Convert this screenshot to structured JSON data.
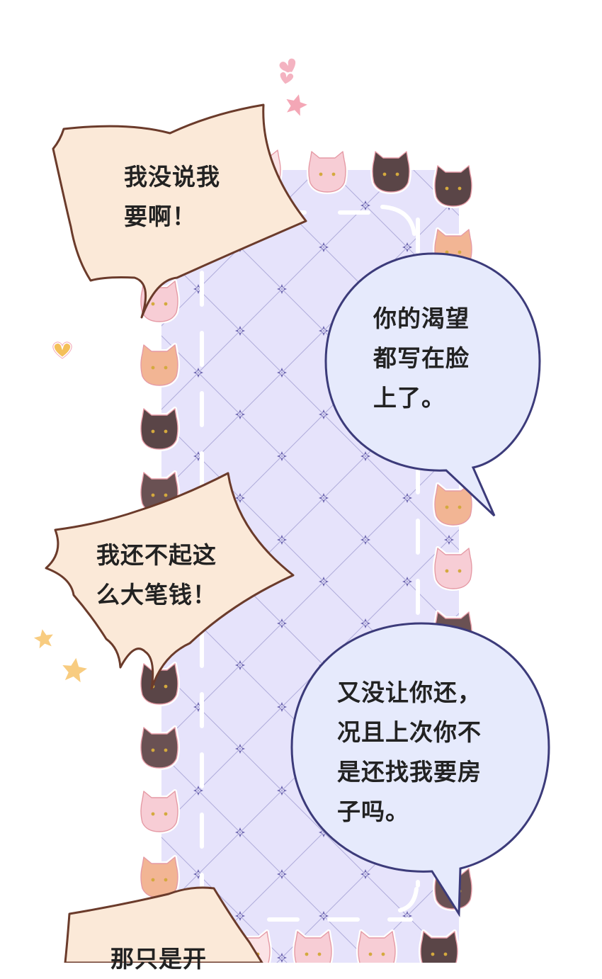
{
  "colors": {
    "panel_fill": "#e6e3fb",
    "panel_pattern": "#6e67b0",
    "spiky_fill": "#fbe9d8",
    "spiky_stroke": "#6b3b2b",
    "round_fill": "#e6eafc",
    "round_stroke": "#3c3b7a",
    "cat_pink": "#f7c9d2",
    "cat_calico": "#f0a07b",
    "cat_dark": "#5a4547",
    "star": "#f8cc80",
    "heart": "#f4c05a"
  },
  "icons": {
    "cat_tile": "cat-face-icon",
    "star": "star-icon",
    "heart": "heart-icon"
  },
  "bubbles": {
    "b1": {
      "line1": "我没说我",
      "line2": "要啊！"
    },
    "b2": {
      "line1": "你的渴望",
      "line2": "都写在脸",
      "line3": "上了。"
    },
    "b3": {
      "line1": "我还不起这",
      "line2": "么大笔钱！"
    },
    "b4": {
      "line1": "又没让你还，",
      "line2": "况且上次你不",
      "line3": "是还找我要房",
      "line4": "子吗。"
    },
    "b5": {
      "line1": "那只是开"
    }
  }
}
